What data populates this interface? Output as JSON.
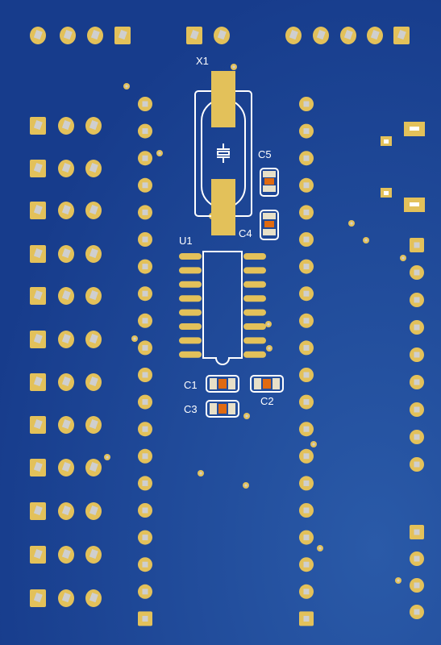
{
  "colors": {
    "board": "#1f4aa0",
    "board_edge": "#173c8c",
    "copper": "#e3c15a",
    "copper_dark": "#caa74a",
    "drill": "#cfcfcf",
    "silkscreen": "#ffffff",
    "smd_pad": "#e7e0c8",
    "smd_body": "#e06a10"
  },
  "components": {
    "crystal": {
      "designator": "X1"
    },
    "ic": {
      "designator": "U1"
    },
    "capacitors": [
      {
        "designator": "C1"
      },
      {
        "designator": "C2"
      },
      {
        "designator": "C3"
      },
      {
        "designator": "C4"
      },
      {
        "designator": "C5"
      }
    ]
  },
  "icons": [
    "crystal-symbol-icon"
  ]
}
